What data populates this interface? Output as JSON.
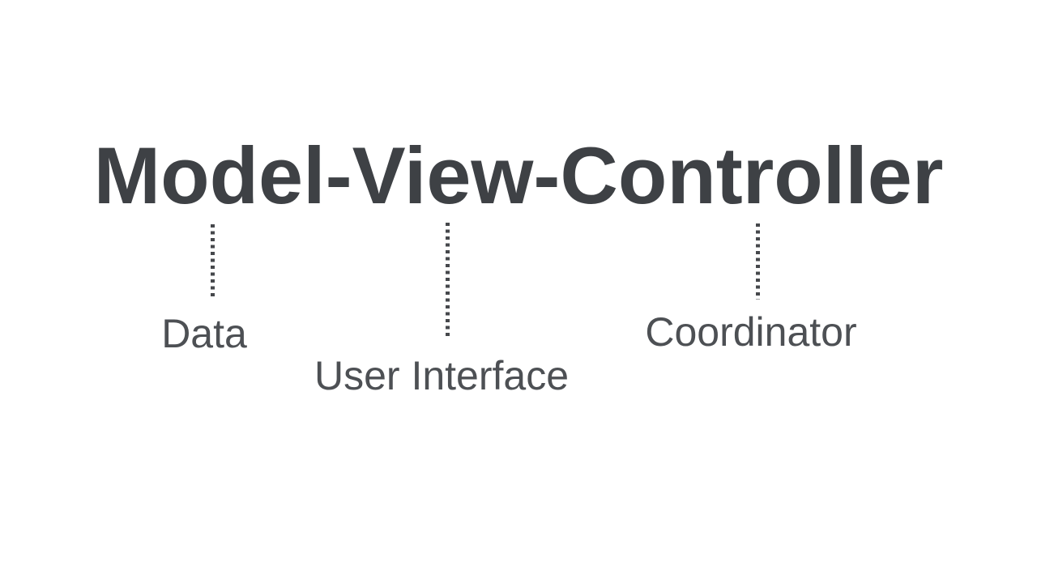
{
  "title": {
    "text": "Model-View-Controller"
  },
  "annotations": [
    {
      "term": "Model",
      "label": "Data"
    },
    {
      "term": "View",
      "label": "User Interface"
    },
    {
      "term": "Controller",
      "label": "Coordinator"
    }
  ],
  "colors": {
    "background": "#ffffff",
    "title_text": "#3e4145",
    "caption_text": "#4d5054",
    "connector_dots": "#46484c"
  }
}
